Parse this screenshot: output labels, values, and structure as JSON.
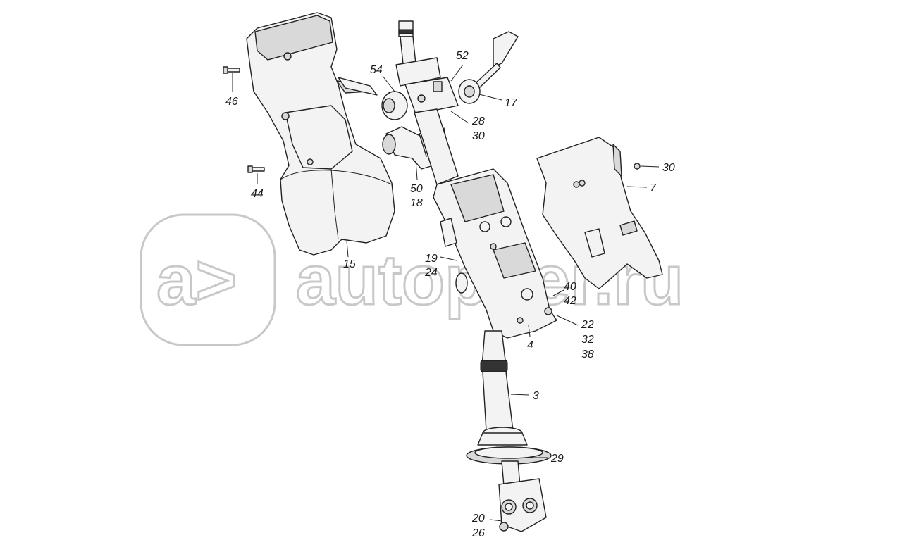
{
  "watermark": {
    "logo_text": "a>",
    "site_text": "autopiter.ru"
  },
  "callouts": {
    "c46": "46",
    "c44": "44",
    "c15": "15",
    "c54": "54",
    "c52": "52",
    "c17": "17",
    "c28": "28",
    "c30a": "30",
    "c50": "50",
    "c18": "18",
    "c19": "19",
    "c24": "24",
    "c30b": "30",
    "c7": "7",
    "c40": "40",
    "c42": "42",
    "c22": "22",
    "c32": "32",
    "c38": "38",
    "c4": "4",
    "c3": "3",
    "c29": "29",
    "c20": "20",
    "c26": "26"
  },
  "colors": {
    "line": "#222222",
    "watermark": "#c8c8c8",
    "fill_light": "#f3f3f3",
    "fill_mid": "#d9d9d9"
  }
}
